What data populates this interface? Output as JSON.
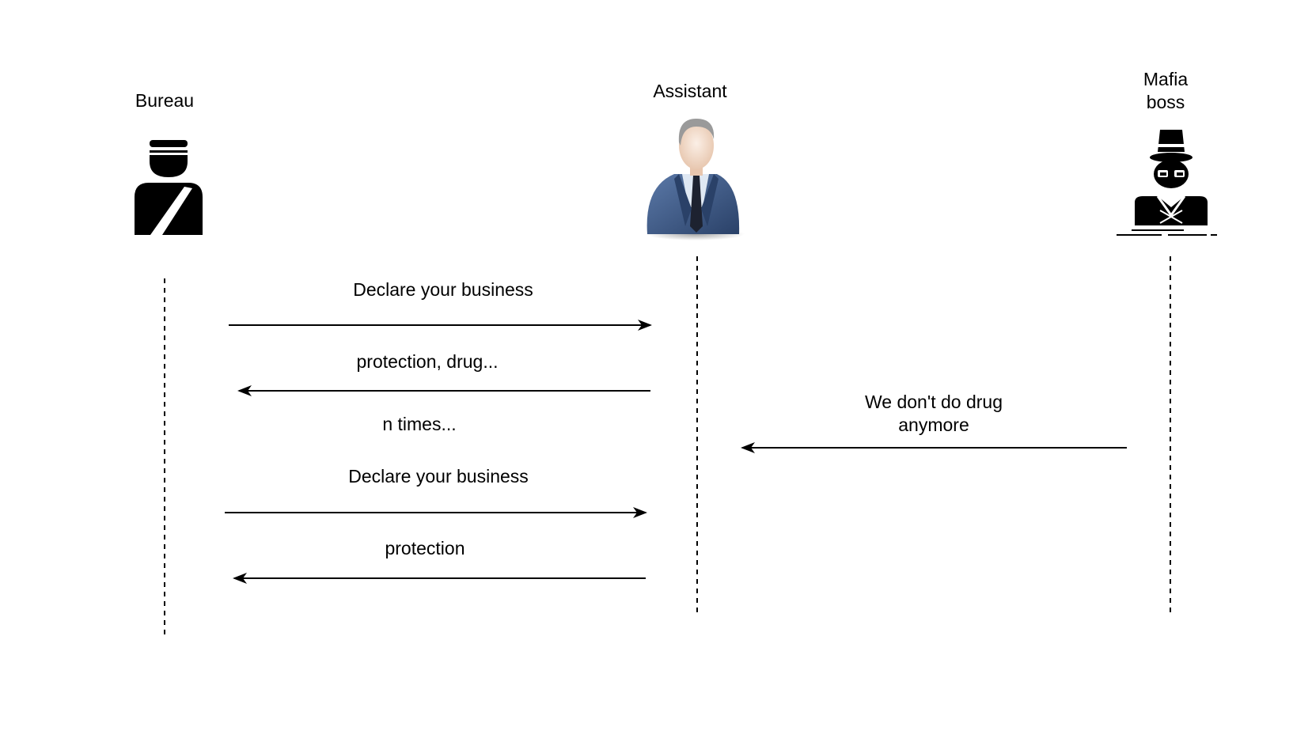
{
  "participants": {
    "bureau": {
      "label": "Bureau",
      "icon": "police-officer-icon"
    },
    "assistant": {
      "label": "Assistant",
      "icon": "businessman-icon"
    },
    "mafia_boss": {
      "label": "Mafia\nboss",
      "icon": "spy-icon"
    }
  },
  "messages": [
    {
      "label": "Declare your business",
      "from": "bureau",
      "to": "assistant"
    },
    {
      "label": "protection, drug...",
      "from": "assistant",
      "to": "bureau"
    },
    {
      "label": "n times...",
      "from": "",
      "to": ""
    },
    {
      "label": "Declare your business",
      "from": "bureau",
      "to": "assistant"
    },
    {
      "label": "protection",
      "from": "assistant",
      "to": "bureau"
    },
    {
      "label": "We don't do drug\nanymore",
      "from": "mafia_boss",
      "to": "assistant"
    }
  ],
  "colors": {
    "line": "#000000",
    "suit": "#3d5a8a",
    "suit_dark": "#2a4168",
    "skin": "#f3dcc9",
    "hair": "#9a9a9a"
  }
}
